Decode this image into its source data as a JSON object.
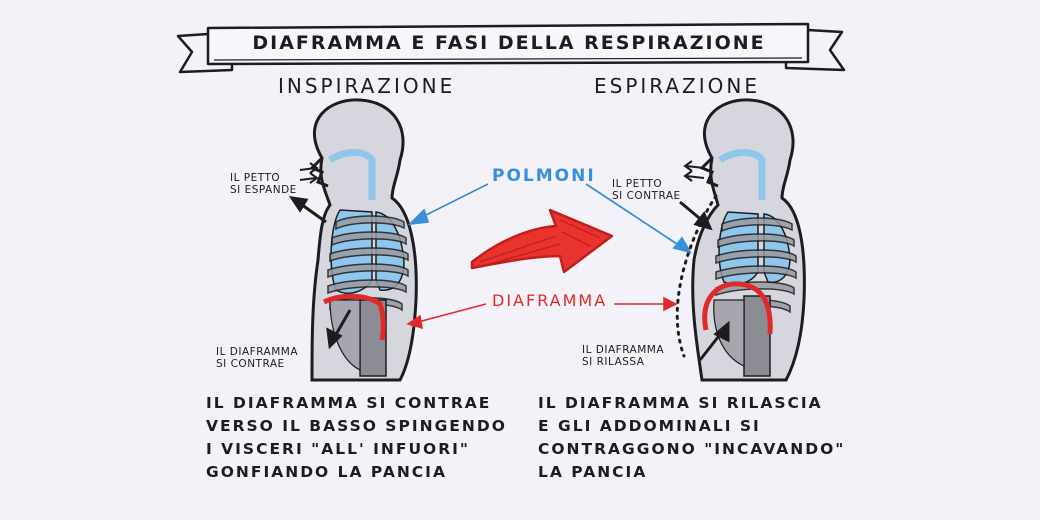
{
  "title": "DIAFRAMMA E FASI DELLA RESPIRAZIONE",
  "left": {
    "heading": "INSPIRAZIONE",
    "chest_note": "IL PETTO\nSI ESPANDE",
    "diaphragm_note": "IL DIAFRAMMA\nSI CONTRAE",
    "description": "IL DIAFRAMMA SI CONTRAE\nVERSO IL BASSO SPINGENDO\nI VISCERI \"ALL' INFUORI\"\nGONFIANDO LA PANCIA"
  },
  "right": {
    "heading": "ESPIRAZIONE",
    "chest_note": "IL PETTO\nSI CONTRAE",
    "diaphragm_note": "IL DIAFRAMMA\nSI RILASSA",
    "description": "IL DIAFRAMMA SI RILASCIA\nE GLI ADDOMINALI SI\nCONTRAGGONO \"INCAVANDO\"\nLA PANCIA"
  },
  "labels": {
    "lungs": "POLMONI",
    "diaphragm": "DIAFRAMMA"
  },
  "colors": {
    "background": "#f3f2f9",
    "lung_blue": "#8fc7ea",
    "label_blue": "#3a8fd9",
    "diaphragm_red": "#e02a2a",
    "rib_gray": "#9a9aa0",
    "ink": "#1d1c20"
  },
  "icons": {
    "phase_arrow": "big-red-arrow-right"
  }
}
